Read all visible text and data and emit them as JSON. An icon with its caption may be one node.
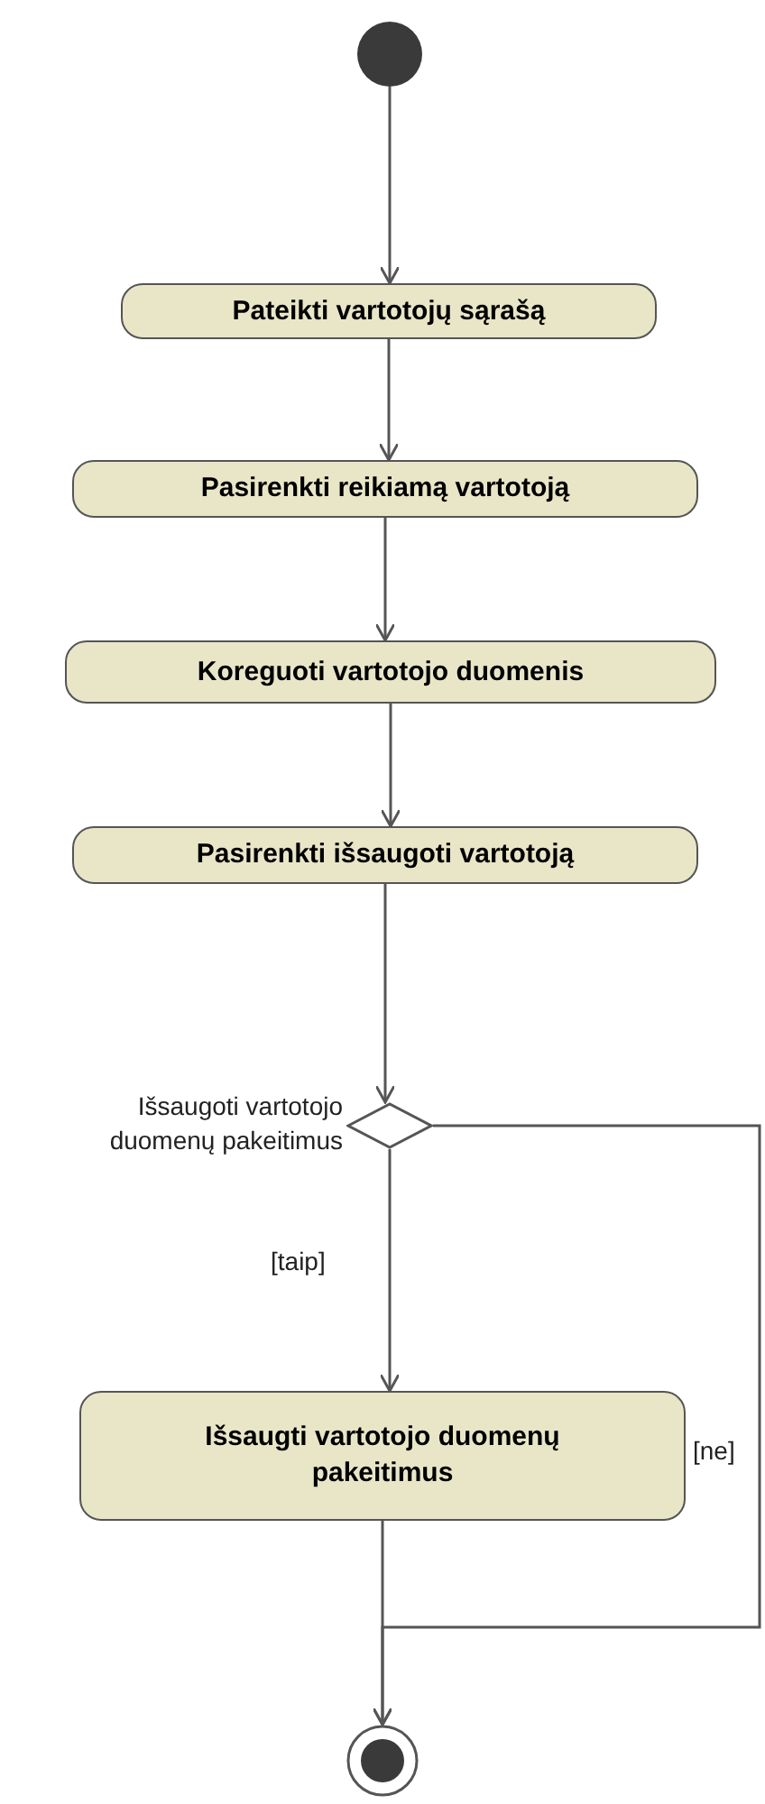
{
  "diagram": {
    "nodes": [
      {
        "text": [],
        "shape": "circle"
      },
      {
        "text": [
          "Pateikti vartotojų sąrašą"
        ]
      },
      {
        "text": [
          "Pasirenkti reikiamą vartotoją"
        ]
      },
      {
        "text": [
          "Koreguoti vartotojo duomenis"
        ]
      },
      {
        "text": [
          "Pasirenkti išsaugoti vartotoją"
        ]
      },
      {
        "text": [],
        "shape": "diamond",
        "beside": [
          "Išsaugoti vartotojo duomenų pakeitimus"
        ]
      },
      {
        "text": [
          "Išsaugti vartotojo duomenų pakeitimus"
        ]
      },
      {
        "text": [],
        "shape": "circle"
      }
    ],
    "edges": [
      {
        "from": 0,
        "to": 1,
        "arrow": "to"
      },
      {
        "from": 1,
        "to": 2,
        "arrow": "to"
      },
      {
        "from": 2,
        "to": 3,
        "arrow": "to"
      },
      {
        "from": 3,
        "to": 4,
        "arrow": "to"
      },
      {
        "from": 4,
        "to": 5,
        "arrow": "to"
      },
      {
        "from": 5,
        "to": 6,
        "arrow": "to",
        "label": "[taip]"
      },
      {
        "from": 5,
        "to": 7,
        "arrow": "to",
        "label": "[ne]"
      },
      {
        "from": 6,
        "to": 7,
        "arrow": "to"
      }
    ]
  }
}
